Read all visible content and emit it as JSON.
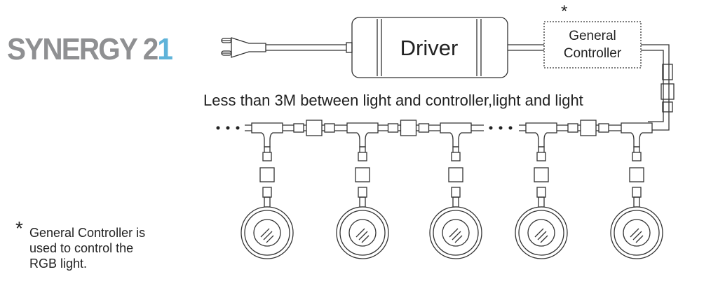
{
  "logo": {
    "text_main": "SYNERGY 2",
    "text_accent": "1",
    "accent_color": "#5fb3d9",
    "color": "#8f9092"
  },
  "driver_label": "Driver",
  "controller": {
    "asterisk": "*",
    "line1": "General",
    "line2": "Controller"
  },
  "distance_note": "Less than 3M between light and controller,light and light",
  "footnote": {
    "asterisk": "*",
    "lines": [
      "General Controller  is",
      "used to control the",
      "RGB light."
    ]
  },
  "light_count": 5
}
